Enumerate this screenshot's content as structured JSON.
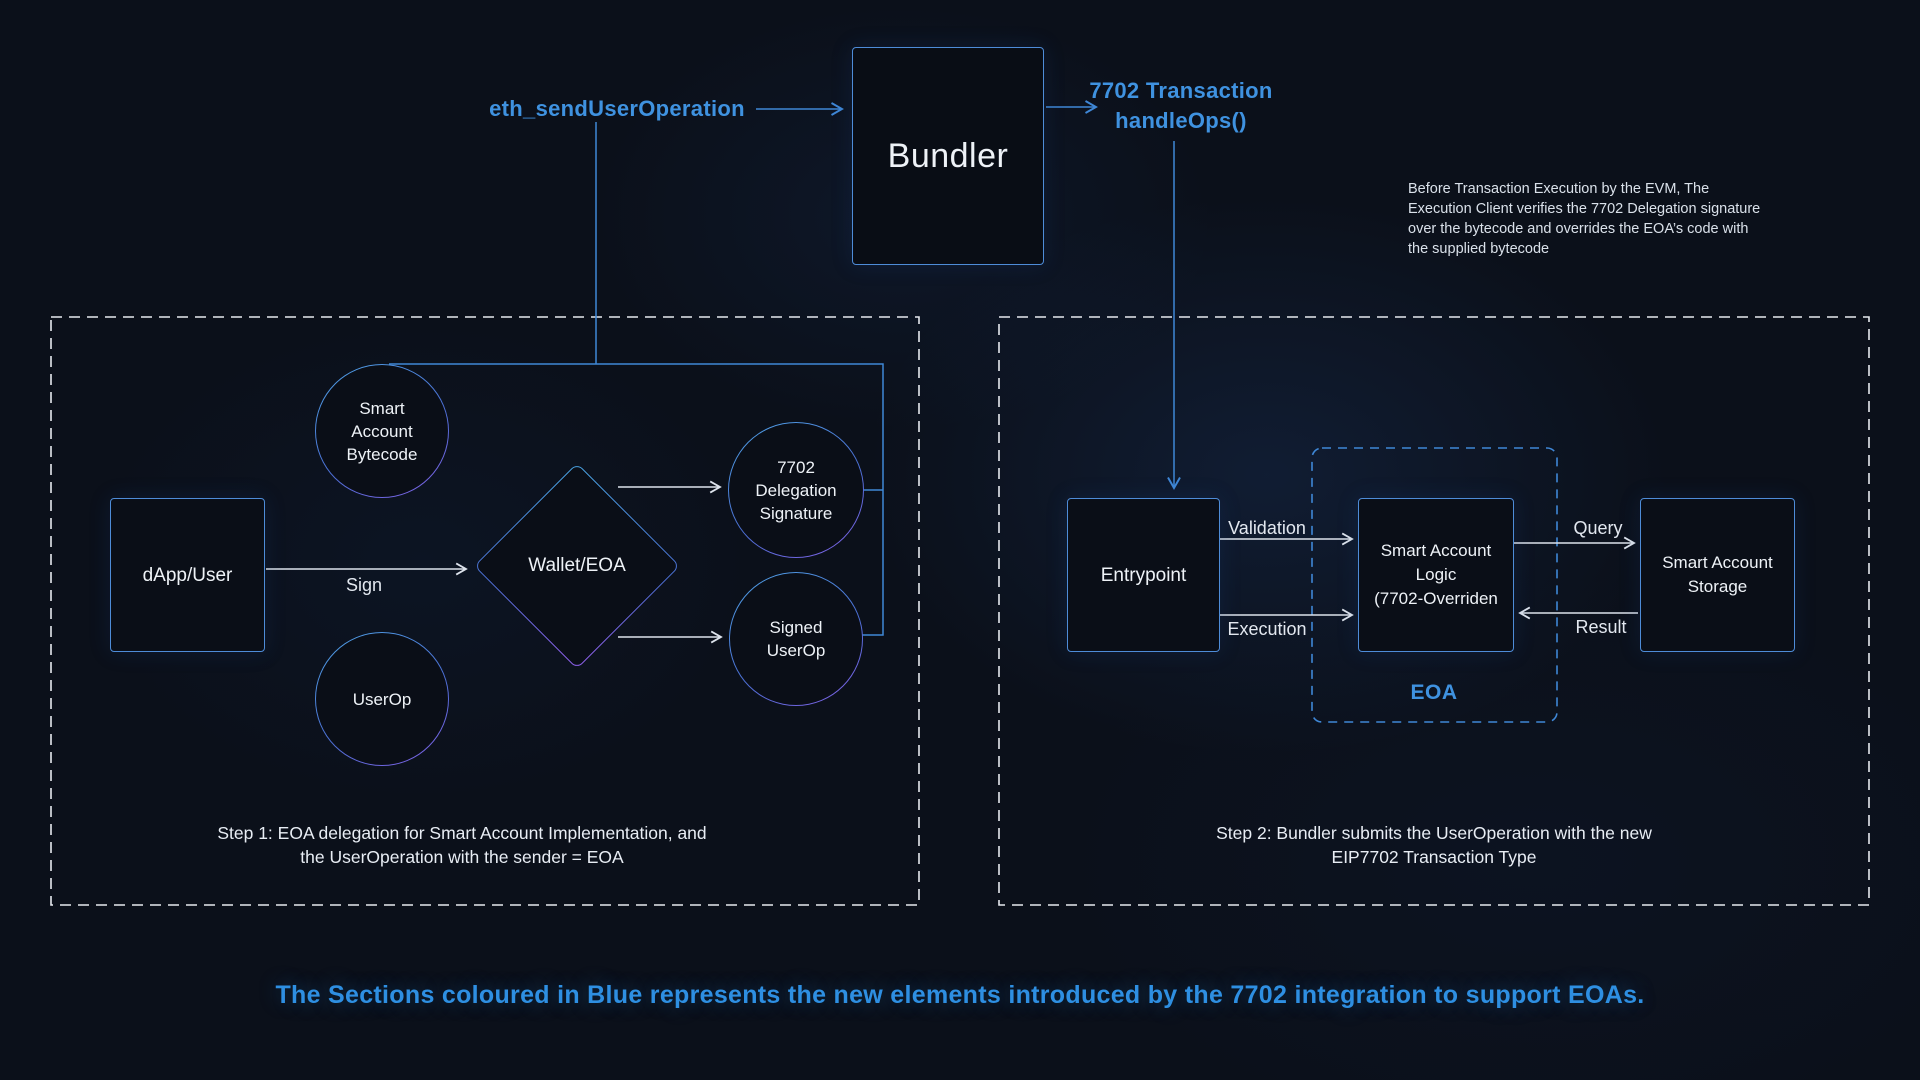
{
  "colors": {
    "accent_blue": "#3f92e0",
    "wire_white": "#dde3ec",
    "wire_blue": "#3f87d6",
    "node_border": "#4e8cd8",
    "background": "#0b101a"
  },
  "top_flow": {
    "eth_send_label": "eth_sendUserOperation",
    "bundler_label": "Bundler",
    "tx_label": "7702 Transaction\nhandleOps()",
    "evm_note": "Before Transaction Execution by the EVM, The\nExecution Client verifies the 7702 Delegation signature\nover the bytecode and overrides the EOA’s code with\nthe supplied bytecode"
  },
  "step1": {
    "nodes": {
      "dapp_user": "dApp/User",
      "smart_account_bytecode": "Smart\nAccount\nBytecode",
      "wallet_eoa": "Wallet/EOA",
      "userop": "UserOp",
      "delegation_signature": "7702\nDelegation\nSignature",
      "signed_userop": "Signed\nUserOp"
    },
    "edges": {
      "sign": "Sign"
    },
    "caption": "Step 1: EOA delegation for Smart Account Implementation, and\nthe UserOperation with the sender = EOA"
  },
  "step2": {
    "nodes": {
      "entrypoint": "Entrypoint",
      "smart_account_logic": "Smart Account\nLogic\n(7702-Overriden",
      "smart_account_storage": "Smart Account\nStorage",
      "eoa_group": "EOA"
    },
    "edges": {
      "validation": "Validation",
      "execution": "Execution",
      "query": "Query",
      "result": "Result"
    },
    "caption": "Step 2: Bundler submits the UserOperation with the new\nEIP7702 Transaction Type"
  },
  "footer": {
    "legend": "The Sections coloured in Blue represents the new elements introduced by the 7702 integration to support EOAs."
  }
}
